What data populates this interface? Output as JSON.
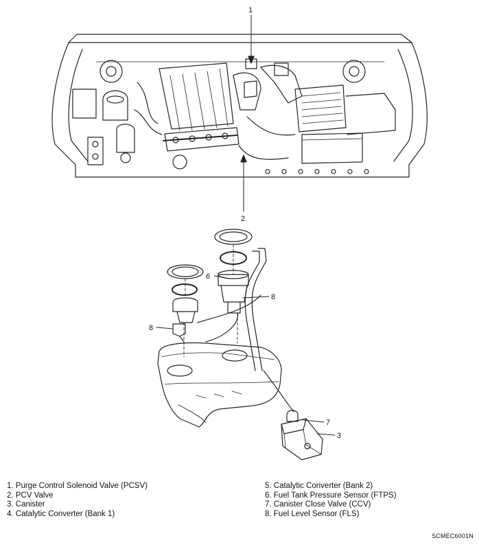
{
  "callouts": {
    "c1": "1",
    "c2": "2",
    "c3": "3",
    "c6": "6",
    "c7": "7",
    "c8a": "8",
    "c8b": "8"
  },
  "legend": {
    "left": [
      "1. Purge Control Solenoid Valve (PCSV)",
      "2. PCV Valve",
      "3. Canister",
      "4. Catalytic Converter (Bank 1)"
    ],
    "right": [
      "5. Catalytic Converter (Bank 2)",
      "6. Fuel Tank Pressure Sensor (FTPS)",
      "7. Canister Close Valve (CCV)",
      "8. Fuel Level Sensor (FLS)"
    ]
  },
  "doc_id": "SCMEC6001N"
}
